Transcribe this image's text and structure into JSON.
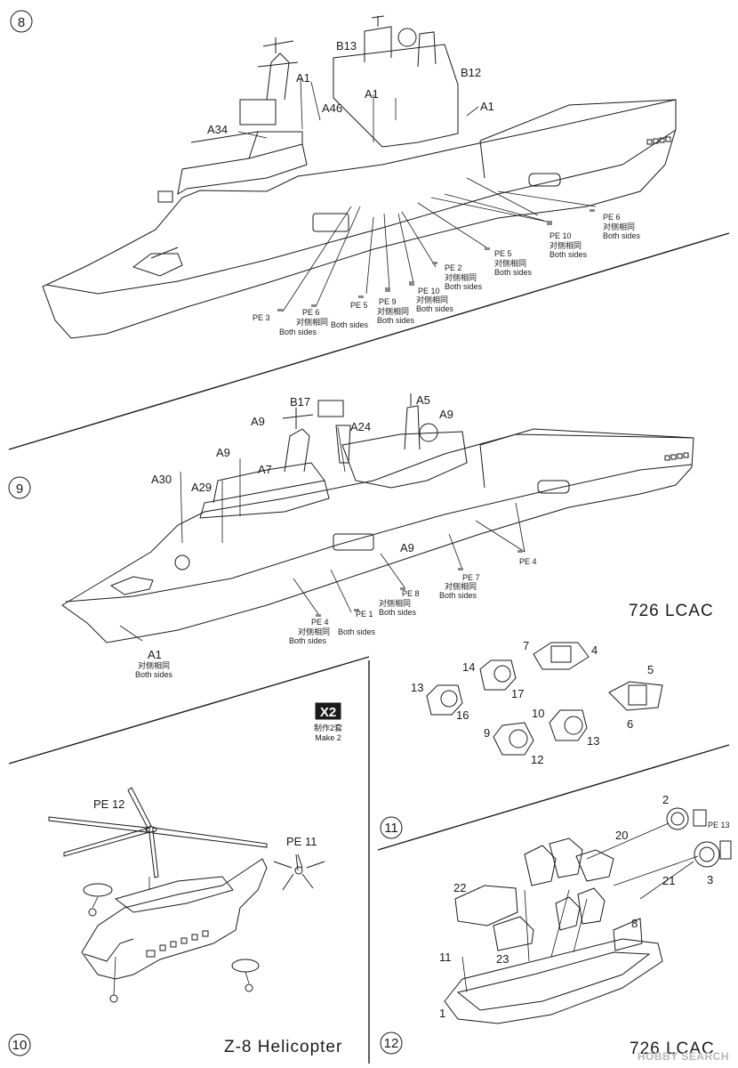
{
  "steps": {
    "s8": {
      "number": "8",
      "parts": [
        "B13",
        "B12",
        "A1",
        "A1",
        "A1",
        "A46",
        "A34"
      ],
      "pe": [
        {
          "code": "PE 3",
          "lines": []
        },
        {
          "code": "PE 6",
          "lines": [
            "对侧相同",
            "Both sides"
          ]
        },
        {
          "code": "PE 5",
          "lines": [
            "Both sides"
          ]
        },
        {
          "code": "PE 9",
          "lines": [
            "对侧相同",
            "Both sides"
          ]
        },
        {
          "code": "PE 10",
          "lines": [
            "对侧相同",
            "Both sides"
          ]
        },
        {
          "code": "PE 2",
          "lines": [
            "对侧相同",
            "Both sides"
          ]
        },
        {
          "code": "PE 5",
          "lines": [
            "对侧相同",
            "Both sides"
          ]
        },
        {
          "code": "PE 10",
          "lines": [
            "对侧相同",
            "Both sides"
          ]
        },
        {
          "code": "PE 6",
          "lines": [
            "对侧相同",
            "Both sides"
          ]
        }
      ]
    },
    "s9": {
      "number": "9",
      "parts": [
        "B17",
        "A5",
        "A9",
        "A24",
        "A9",
        "A9",
        "A7",
        "A30",
        "A29",
        "A9"
      ],
      "pe": [
        {
          "code": "PE 4",
          "lines": [
            "对侧相同",
            "Both sides"
          ]
        },
        {
          "code": "PE 1",
          "lines": [
            "Both sides"
          ]
        },
        {
          "code": "PE 8",
          "lines": [
            "对侧相同",
            "Both sides"
          ]
        },
        {
          "code": "PE 7",
          "lines": [
            "对侧相同",
            "Both sides"
          ]
        },
        {
          "code": "PE 4",
          "lines": []
        }
      ],
      "a1": {
        "code": "A1",
        "lines": [
          "对侧相同",
          "Both sides"
        ]
      },
      "lcac_title": "726 LCAC"
    },
    "s10": {
      "number": "10",
      "title": "Z-8 Helicopter",
      "parts": [
        "PE 12",
        "PE 11"
      ],
      "make": {
        "badge": "X2",
        "line1": "制作2套",
        "line2": "Make 2"
      }
    },
    "s11": {
      "number": "11",
      "parts": [
        "7",
        "4",
        "14",
        "17",
        "13",
        "16",
        "5",
        "6",
        "10",
        "9",
        "13",
        "12"
      ]
    },
    "s12": {
      "number": "12",
      "title": "726 LCAC",
      "parts": [
        "2",
        "PE 13",
        "20",
        "3",
        "21",
        "22",
        "8",
        "23",
        "11",
        "1"
      ]
    }
  },
  "watermark": "HOBBY SEARCH"
}
